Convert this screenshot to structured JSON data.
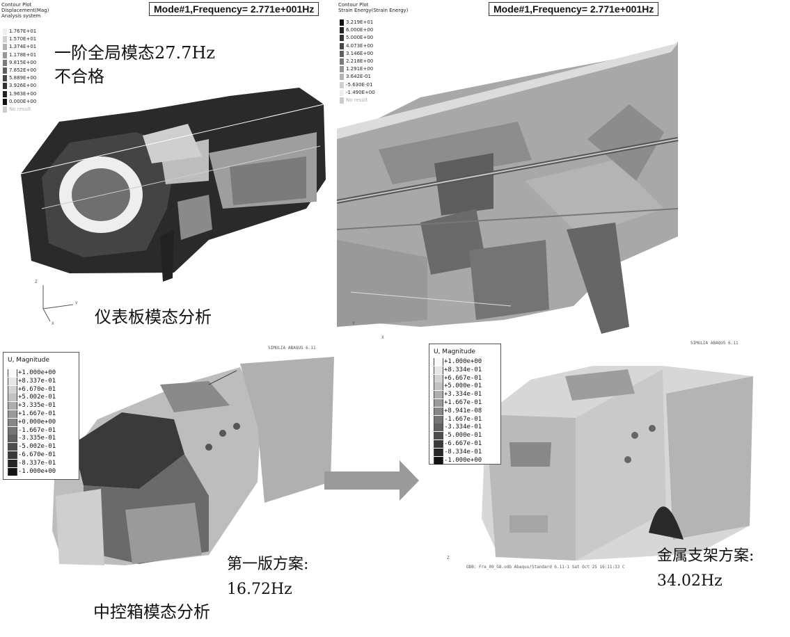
{
  "panels": {
    "tl": {
      "header": [
        "Contour Plot",
        "Displacement(Mag)",
        "Analysis system"
      ],
      "mode": "Mode#1,Frequency=  2.771e+001Hz",
      "legend": [
        "1.767E+01",
        "1.570E+01",
        "1.374E+01",
        "1.178E+01",
        "9.815E+00",
        "7.852E+00",
        "5.889E+00",
        "3.926E+00",
        "1.963E+00",
        "0.000E+00"
      ],
      "no_result": "No result",
      "axis_z": "Z",
      "axis_y": "Y",
      "axis_x": "X"
    },
    "tr": {
      "header": [
        "Contour Plot",
        "Strain Energy(Strain Energy)"
      ],
      "mode": "Mode#1,Frequency=  2.771e+001Hz",
      "legend": [
        "3.219E+01",
        "6.000E+00",
        "5.000E+00",
        "4.073E+00",
        "3.146E+00",
        "2.218E+00",
        "1.291E+00",
        "3.642E-01",
        "-5.630E-01",
        "-1.490E+00"
      ],
      "no_result": "No result",
      "axis_y": "Y",
      "axis_x": "X"
    },
    "bl": {
      "title": "U, Magnitude",
      "legend": [
        "+1.000e+00",
        "+8.337e-01",
        "+6.670e-01",
        "+5.002e-01",
        "+3.335e-01",
        "+1.667e-01",
        "+0.000e+00",
        "-1.667e-01",
        "-3.335e-01",
        "-5.002e-01",
        "-6.670e-01",
        "-8.337e-01",
        "-1.000e+00"
      ],
      "watermark": "SIMULIA ABAQUS 6.11"
    },
    "br": {
      "title": "U, Magnitude",
      "legend": [
        "+1.000e+00",
        "+8.334e-01",
        "+6.667e-01",
        "+5.000e-01",
        "+3.334e-01",
        "+1.667e-01",
        "+8.941e-08",
        "-1.667e-01",
        "-3.334e-01",
        "-5.000e-01",
        "-6.667e-01",
        "-8.334e-01",
        "-1.000e+00"
      ],
      "watermark": "SIMULIA ABAQUS 6.11",
      "footer": "ODB: Fre_09_G8.odb    Abaqus/Standard 6.11-1    Sat Oct 25 16:11:33 C",
      "axis_z": "Z"
    }
  },
  "labels": {
    "global_mode_line1": "一阶全局模态27.7Hz",
    "global_mode_line2": "不合格",
    "ip_caption": "仪表板模态分析",
    "v1_line1": "第一版方案:",
    "v1_line2": "16.72Hz",
    "metal_line1": "金属支架方案:",
    "metal_line2": "34.02Hz",
    "console_caption": "中控箱模态分析"
  },
  "colors": {
    "arrow": "#9a9a9a",
    "mesh_dark": "#1e1e1e",
    "mesh_mid": "#8c8c8c",
    "mesh_light": "#d4d4d4"
  }
}
